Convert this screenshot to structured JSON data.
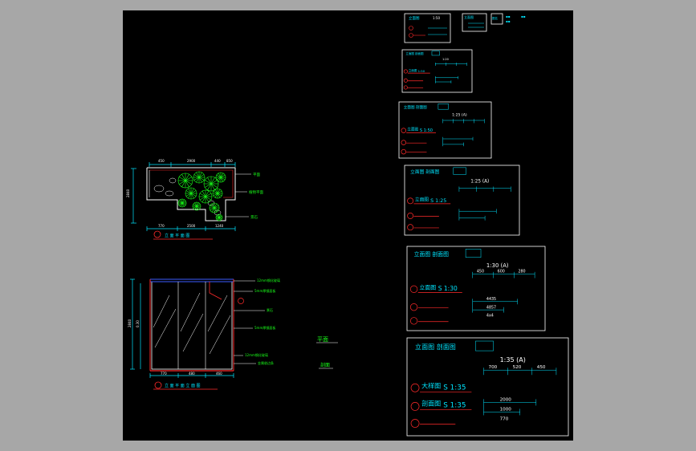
{
  "viewport": {
    "background": "#a7a7a7",
    "drawing_background": "#000000"
  },
  "colors": {
    "cyan": "#00e5ff",
    "green": "#19ff19",
    "red": "#ff2a2a",
    "white": "#ffffff",
    "blue": "#3b5bff",
    "yellow": "#ffff00"
  },
  "plan": {
    "top_dims": [
      "450",
      "2900",
      "440",
      "850"
    ],
    "left_dim": "2840",
    "bottom_dims": [
      "770",
      "2500",
      "1240"
    ],
    "callouts": [
      "平面",
      "植物平面",
      "景石"
    ],
    "title": "立 面 平 面 图"
  },
  "elevation": {
    "left_dims": [
      "2840",
      "0.30"
    ],
    "bottom_dims": [
      "770",
      "480",
      "460"
    ],
    "callouts": [
      "12mm钢化玻璃",
      "5mm厚镜面板",
      "景石",
      "5mm厚镜面板",
      "12mm钢化玻璃",
      "金属收边条"
    ],
    "title": "立 面 平 面 立 面 图"
  },
  "loose_marks": [
    "平面",
    "剖面"
  ],
  "tiny_panels": [
    {
      "labels": [
        "立面图"
      ],
      "dims": [
        "1:50"
      ]
    },
    {
      "labels": [
        "立面图"
      ],
      "dims": []
    },
    {
      "labels": [
        "图名"
      ],
      "dims": []
    }
  ],
  "title_blocks": [
    {
      "heading": "立面图 剖面图",
      "scale": "1:20",
      "row_left": "立面图",
      "row_scale": "1:50",
      "dims_top": [
        "",
        "",
        ""
      ],
      "dims_bottom": [
        "",
        ""
      ]
    },
    {
      "heading": "立面图 剖面图",
      "scale": "1:25 (A)",
      "row_left": "立面图",
      "row_scale": "S 1:50",
      "dims_top": [
        "",
        "",
        "",
        ""
      ],
      "dims_bottom": [
        "",
        ""
      ]
    },
    {
      "heading": "立面图 剖面图",
      "scale": "1:25 (A)",
      "row_left": "立面图",
      "row_scale": "S 1:25",
      "dims_top": [
        "",
        "",
        ""
      ],
      "dims_bottom": [
        "",
        ""
      ]
    },
    {
      "heading": "立面图 剖面图",
      "scale": "1:30 (A)",
      "row_left": "立面图",
      "row_scale": "S 1:30",
      "dims_top": [
        "450",
        "600",
        "280"
      ],
      "dims_bottom": [
        "4435",
        "4857",
        "4x4"
      ]
    },
    {
      "heading": "立面图 剖面图",
      "scale": "1:35 (A)",
      "row_left": "大样图",
      "row_scale": "S 1:35",
      "row2_left": "剖面图",
      "row2_scale": "S 1:35",
      "dims_top": [
        "700",
        "520",
        "450"
      ],
      "dims_bottom": [
        "2000",
        "1000",
        "770"
      ]
    }
  ]
}
